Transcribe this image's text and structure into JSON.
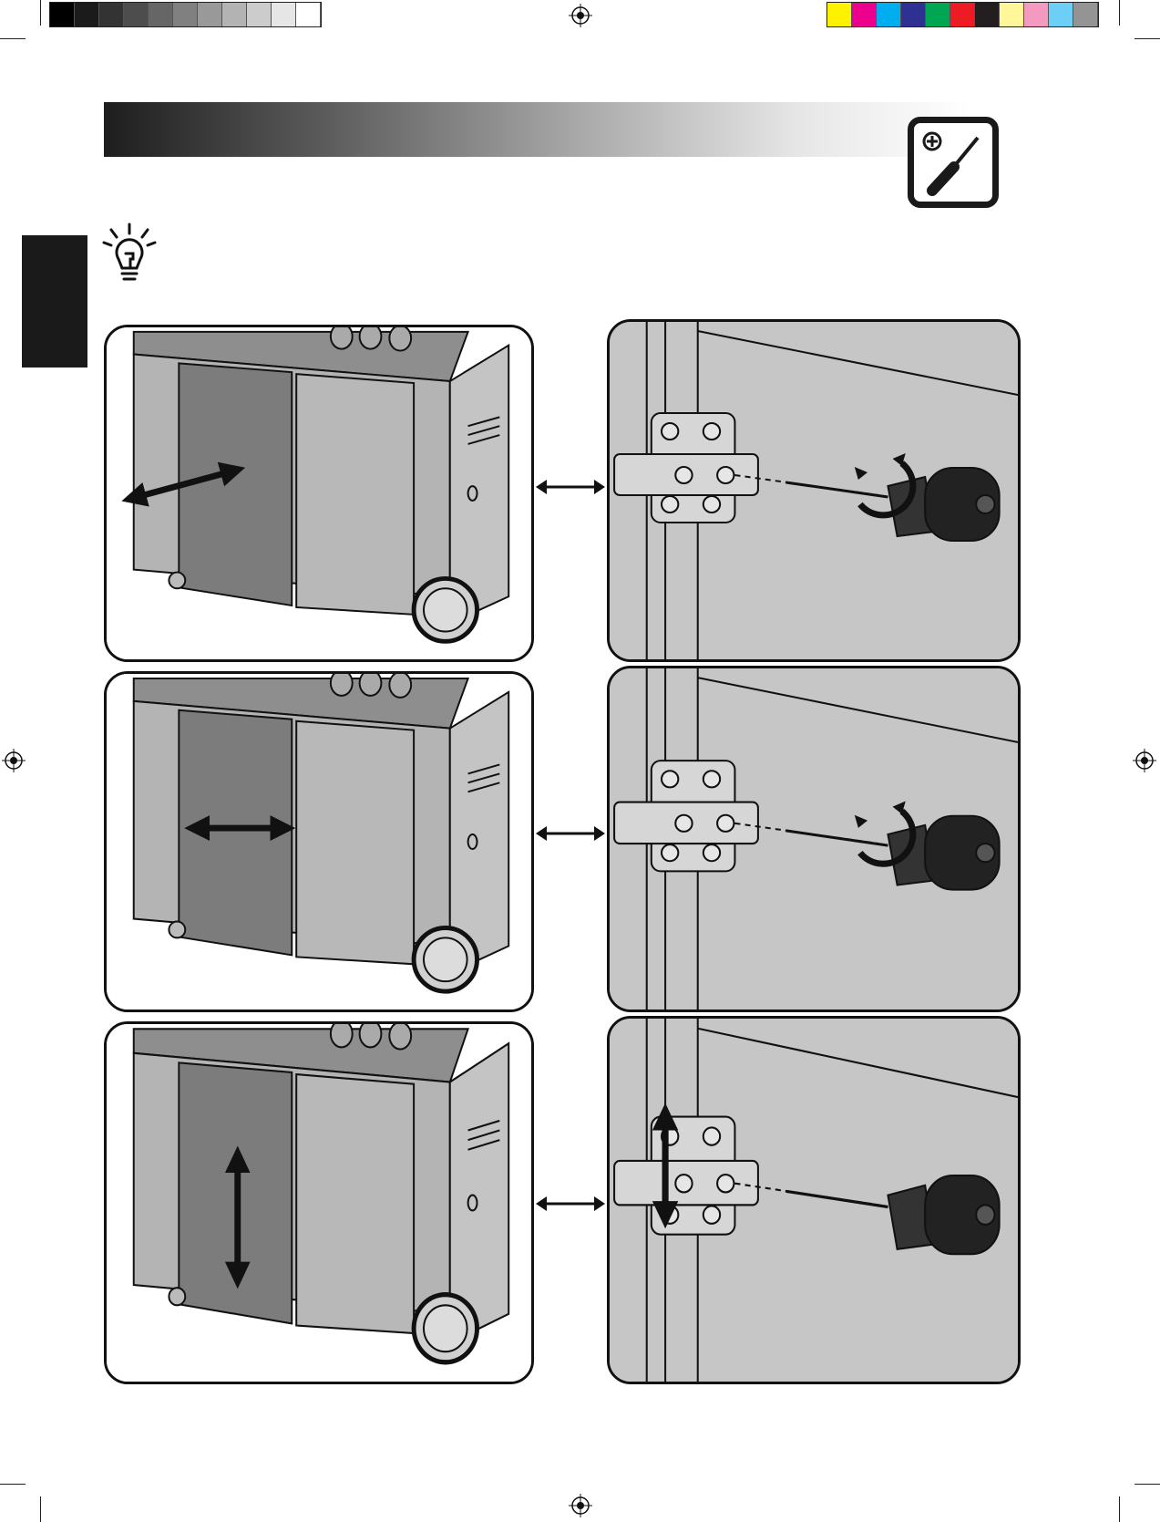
{
  "page": {
    "gray_swatches": [
      "#000000",
      "#1b1b1b",
      "#333333",
      "#4d4d4d",
      "#666666",
      "#808080",
      "#999999",
      "#b3b3b3",
      "#cccccc",
      "#e6e6e6",
      "#ffffff"
    ],
    "color_swatches": [
      "#fff200",
      "#ec008c",
      "#00aeef",
      "#2e3192",
      "#00a651",
      "#ed1c24",
      "#231f20",
      "#fff799",
      "#f49ac1",
      "#6dcff6",
      "#949494"
    ],
    "accent_dark": "#1a1a1a",
    "panel_fill": "#c9c9c9"
  },
  "header": {
    "icon": "screwdriver-icon"
  },
  "tip": {
    "icon": "lightbulb-icon"
  },
  "steps": [
    {
      "adjustment": "horizontal",
      "grill_arrow": "double-arrow-diagonal-icon",
      "detail_arrow": "rotate-icon"
    },
    {
      "adjustment": "horizontal",
      "grill_arrow": "double-arrow-horizontal-icon",
      "detail_arrow": "rotate-icon"
    },
    {
      "adjustment": "vertical",
      "grill_arrow": "double-arrow-vertical-icon",
      "detail_arrow": "double-arrow-vertical-icon"
    }
  ]
}
